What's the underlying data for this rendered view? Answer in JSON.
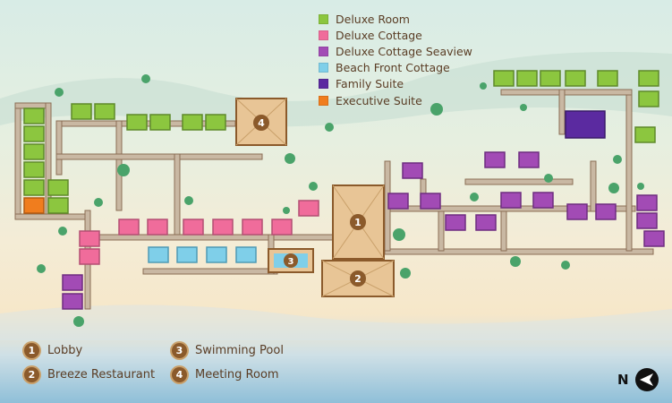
{
  "legend": [
    {
      "label": "Deluxe Room",
      "color": "#8cc63f"
    },
    {
      "label": "Deluxe Cottage",
      "color": "#f06c9b"
    },
    {
      "label": "Deluxe Cottage Seaview",
      "color": "#a24bb5"
    },
    {
      "label": "Beach Front Cottage",
      "color": "#7fcfe9"
    },
    {
      "label": "Family Suite",
      "color": "#5b2aa0"
    },
    {
      "label": "Executive Suite",
      "color": "#f07d1e"
    }
  ],
  "facilities": [
    {
      "number": "1",
      "name": "Lobby"
    },
    {
      "number": "2",
      "name": "Breeze Restaurant"
    },
    {
      "number": "3",
      "name": "Swimming Pool"
    },
    {
      "number": "4",
      "name": "Meeting Room"
    }
  ],
  "building_numbers": {
    "lobby": "1",
    "restaurant": "2",
    "pool": "3",
    "meeting": "4"
  },
  "north_label": "N",
  "colors": {
    "path": "#c9b8a3",
    "path_edge": "#8b6e55",
    "roof": "#e8c596",
    "roof_edge": "#8b5a2b",
    "water": "#7fcfe9"
  }
}
